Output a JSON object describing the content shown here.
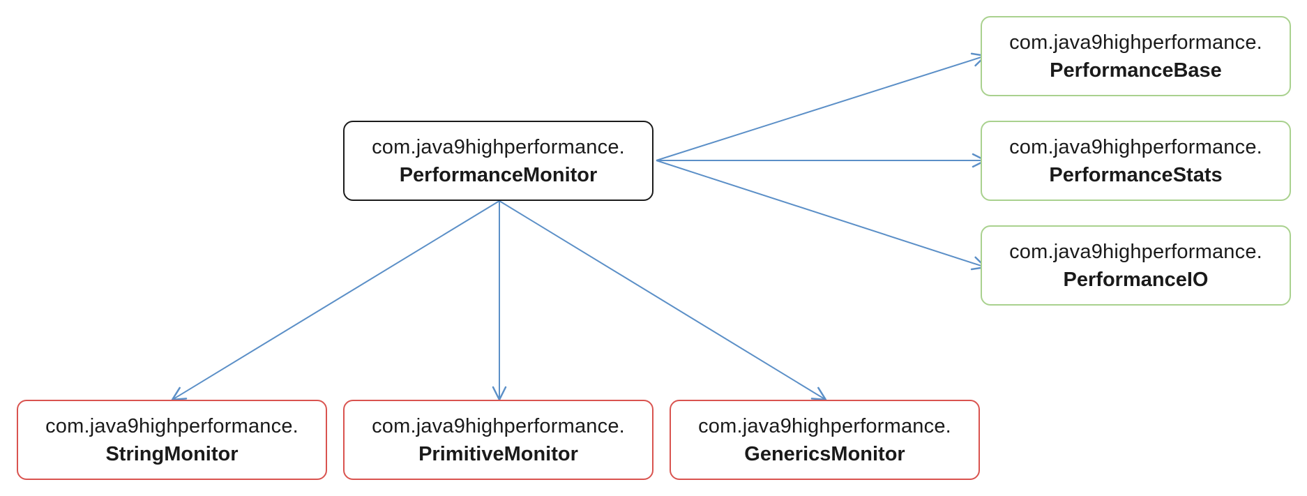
{
  "colors": {
    "edge": "#5b8fc7",
    "root_border": "#1a1a1a",
    "provider_border": "#a9d18e",
    "consumer_border": "#d9534f"
  },
  "nodes": {
    "root": {
      "pkg": "com.java9highperformance.",
      "cls": "PerformanceMonitor"
    },
    "base": {
      "pkg": "com.java9highperformance.",
      "cls": "PerformanceBase"
    },
    "stats": {
      "pkg": "com.java9highperformance.",
      "cls": "PerformanceStats"
    },
    "io": {
      "pkg": "com.java9highperformance.",
      "cls": "PerformanceIO"
    },
    "string": {
      "pkg": "com.java9highperformance.",
      "cls": "StringMonitor"
    },
    "primitive": {
      "pkg": "com.java9highperformance.",
      "cls": "PrimitiveMonitor"
    },
    "generics": {
      "pkg": "com.java9highperformance.",
      "cls": "GenericsMonitor"
    }
  },
  "edges": [
    {
      "from": "root",
      "to": "base"
    },
    {
      "from": "root",
      "to": "stats"
    },
    {
      "from": "root",
      "to": "io"
    },
    {
      "from": "root",
      "to": "string"
    },
    {
      "from": "root",
      "to": "primitive"
    },
    {
      "from": "root",
      "to": "generics"
    }
  ]
}
